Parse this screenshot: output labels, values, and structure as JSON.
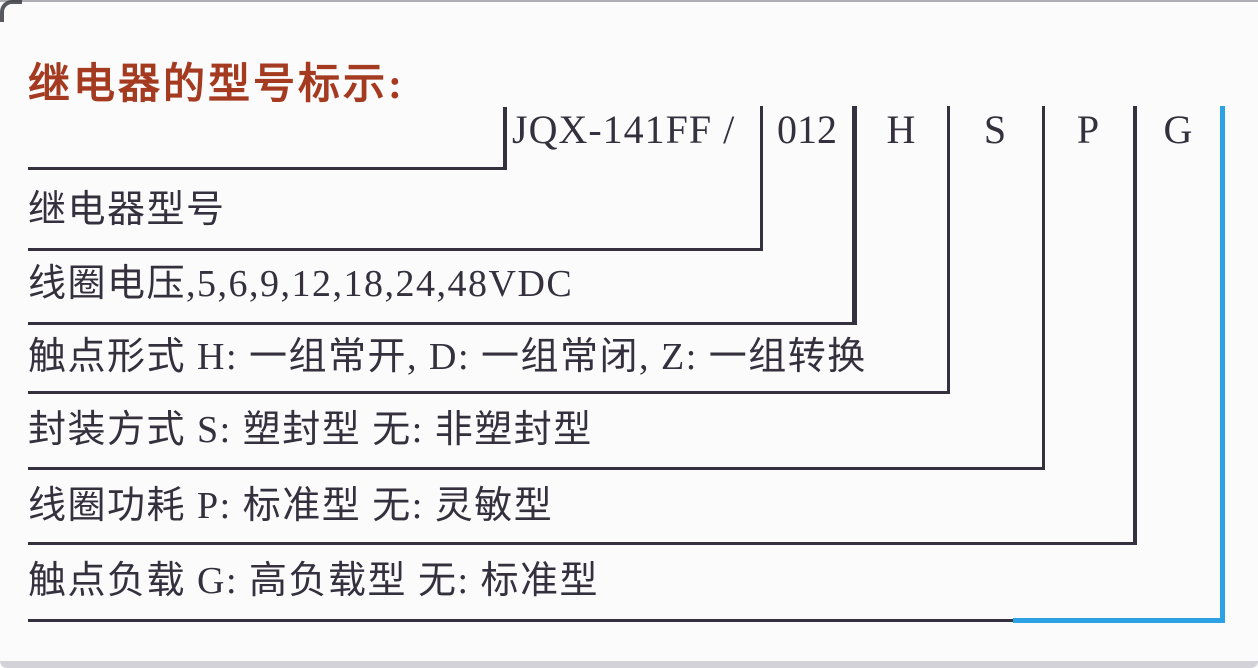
{
  "title": "继电器的型号标示:",
  "model": {
    "prefix": "JQX-141FF /",
    "segments": [
      "012",
      "H",
      "S",
      "P",
      "G"
    ]
  },
  "labels": {
    "model": "继电器型号",
    "coil_voltage": "线圈电压,5,6,9,12,18,24,48VDC",
    "contact_form": "触点形式 H: 一组常开, D: 一组常闭, Z: 一组转换",
    "enclosure": "封装方式 S: 塑封型 无: 非塑封型",
    "coil_power": "线圈功耗 P: 标准型 无: 灵敏型",
    "contact_load": "触点负载 G: 高负载型 无: 标准型"
  },
  "colors": {
    "title_red": "#a43a20",
    "ink": "#34303e",
    "accent_blue": "#2aa2e4",
    "background": "#fbfbfb"
  }
}
